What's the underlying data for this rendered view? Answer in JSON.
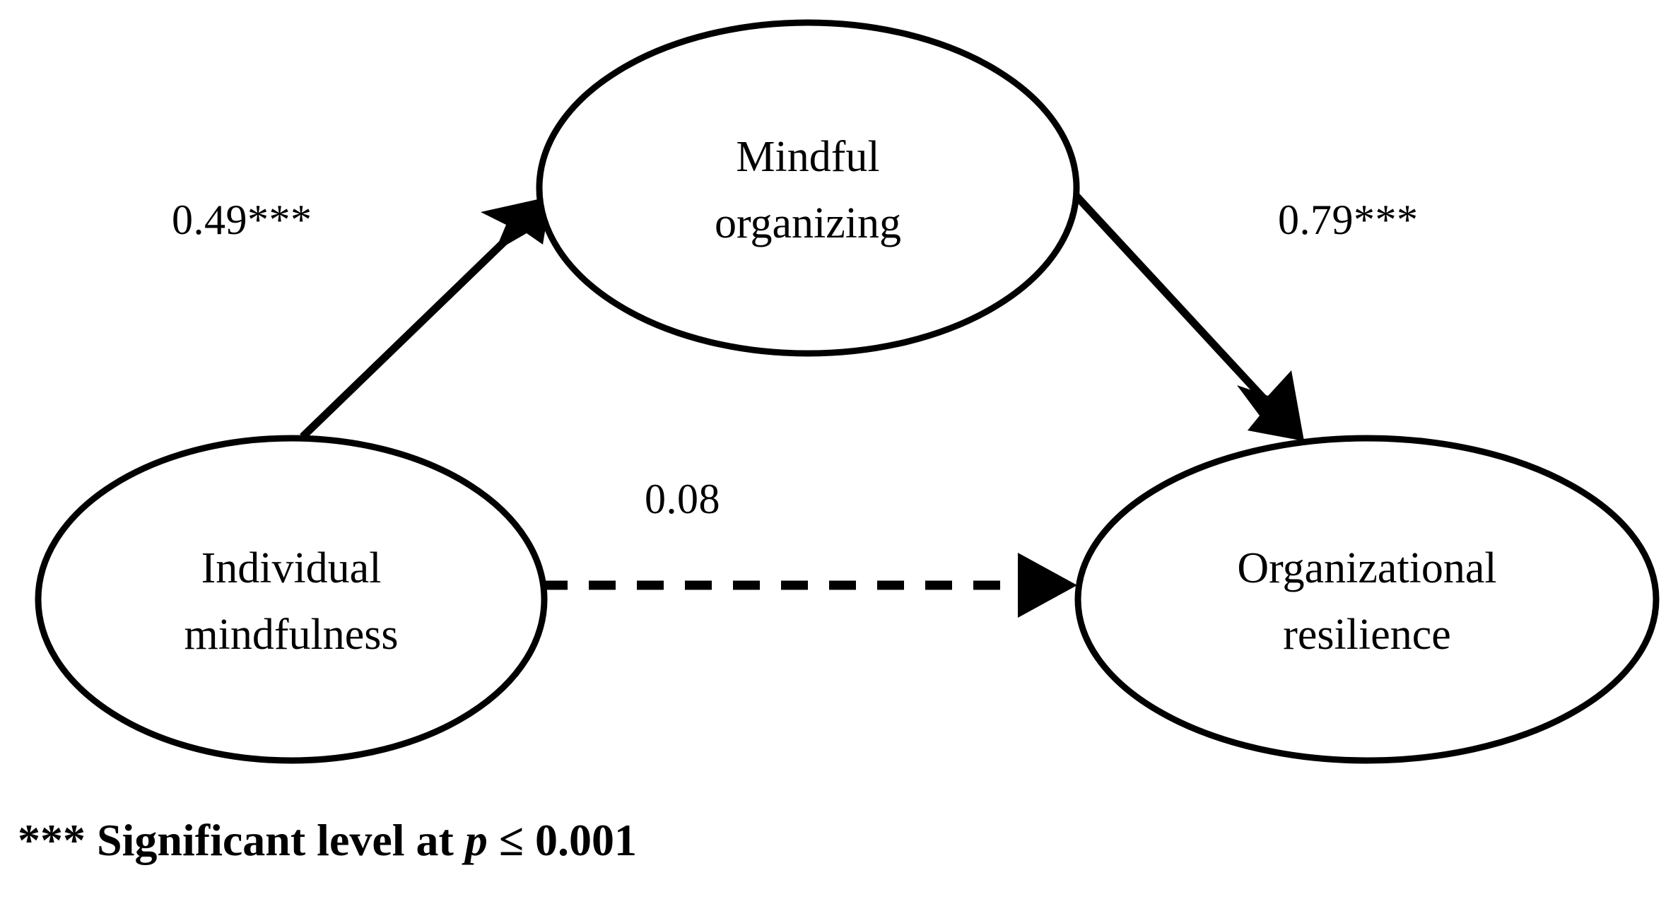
{
  "diagram": {
    "type": "path-model",
    "title": "Mediation model: individual mindfulness, mindful organizing and organizational resilience",
    "background_color": "#FFFFFF",
    "stroke_color": "#000000",
    "nodes": [
      {
        "id": "mindful-organizing",
        "label_line1": "Mindful",
        "label_line2": "organizing",
        "shape": "ellipse",
        "position": "top-center"
      },
      {
        "id": "individual-mindfulness",
        "label_line1": "Individual",
        "label_line2": "mindfulness",
        "shape": "ellipse",
        "position": "bottom-left"
      },
      {
        "id": "organizational-resilience",
        "label_line1": "Organizational",
        "label_line2": "resilience",
        "shape": "ellipse",
        "position": "bottom-right"
      }
    ],
    "edges": [
      {
        "id": "im-to-mo",
        "from": "individual-mindfulness",
        "to": "mindful-organizing",
        "coefficient": "0.49***",
        "value": 0.49,
        "significant": true,
        "style": "solid"
      },
      {
        "id": "mo-to-or",
        "from": "mindful-organizing",
        "to": "organizational-resilience",
        "coefficient": "0.79***",
        "value": 0.79,
        "significant": true,
        "style": "solid"
      },
      {
        "id": "im-to-or",
        "from": "individual-mindfulness",
        "to": "organizational-resilience",
        "coefficient": "0.08",
        "value": 0.08,
        "significant": false,
        "style": "dashed"
      }
    ],
    "footnote": {
      "stars": "*** ",
      "text_before": "Significant level at ",
      "italic_symbol": "p",
      "text_after": " ≤ 0.001",
      "full": "*** Significant level at p ≤ 0.001"
    }
  },
  "chart_data": {
    "type": "diagram",
    "title": "Mindfulness – mindful organizing – organizational resilience path model",
    "nodes": [
      "Individual mindfulness",
      "Mindful organizing",
      "Organizational resilience"
    ],
    "paths": [
      {
        "source": "Individual mindfulness",
        "target": "Mindful organizing",
        "estimate": 0.49,
        "label": "0.49***",
        "line": "solid"
      },
      {
        "source": "Mindful organizing",
        "target": "Organizational resilience",
        "estimate": 0.79,
        "label": "0.79***",
        "line": "solid"
      },
      {
        "source": "Individual mindfulness",
        "target": "Organizational resilience",
        "estimate": 0.08,
        "label": "0.08",
        "line": "dashed"
      }
    ],
    "legend": "*** Significant level at p ≤ 0.001"
  }
}
